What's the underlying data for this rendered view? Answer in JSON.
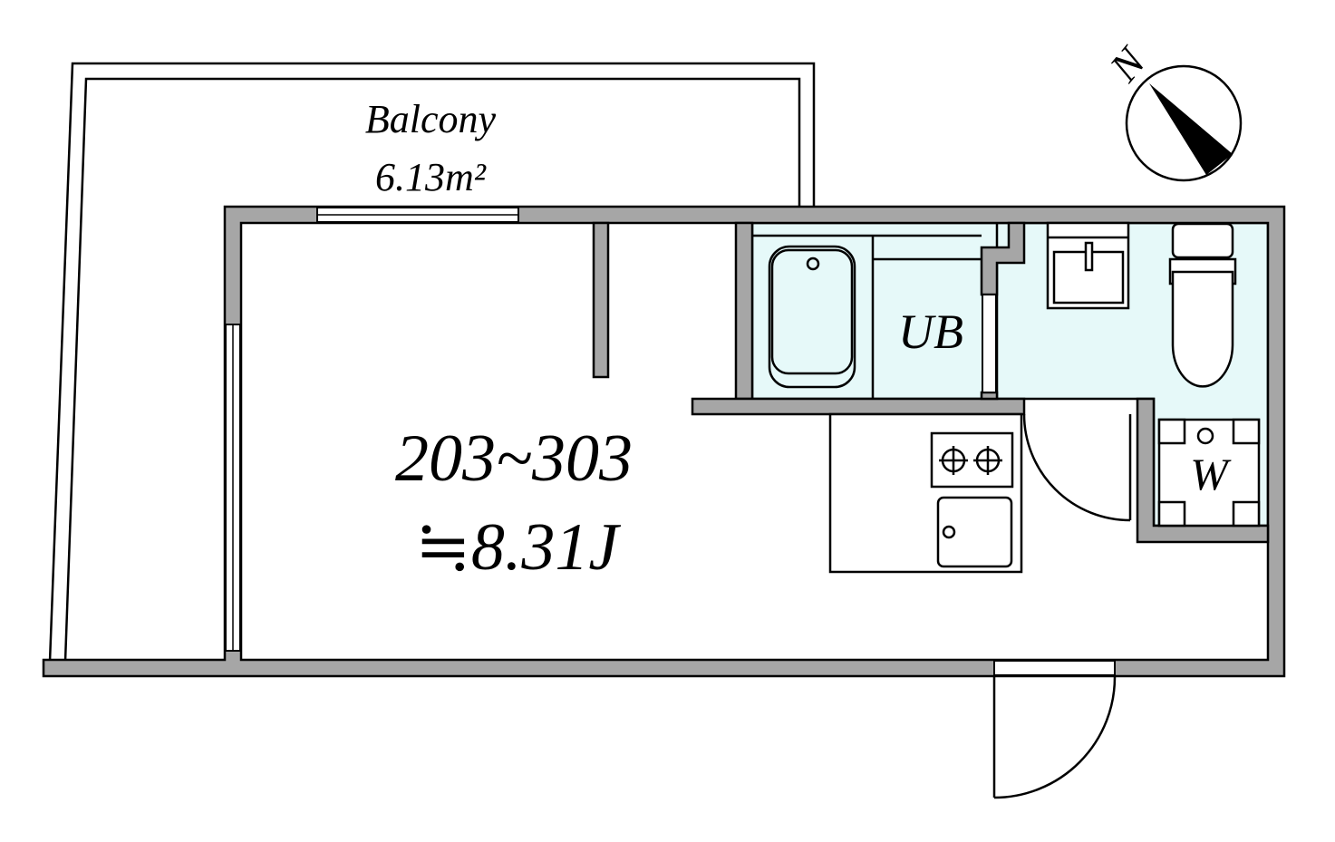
{
  "balcony": {
    "label": "Balcony",
    "area": "6.13m²"
  },
  "room": {
    "name": "203~303",
    "size": "≒8.31J"
  },
  "bathroom": {
    "label": "UB"
  },
  "washer": {
    "label": "W"
  },
  "compass": {
    "label": "N"
  },
  "colors": {
    "wall": "#a6a6a6",
    "wet_area": "#e6f9f9"
  }
}
